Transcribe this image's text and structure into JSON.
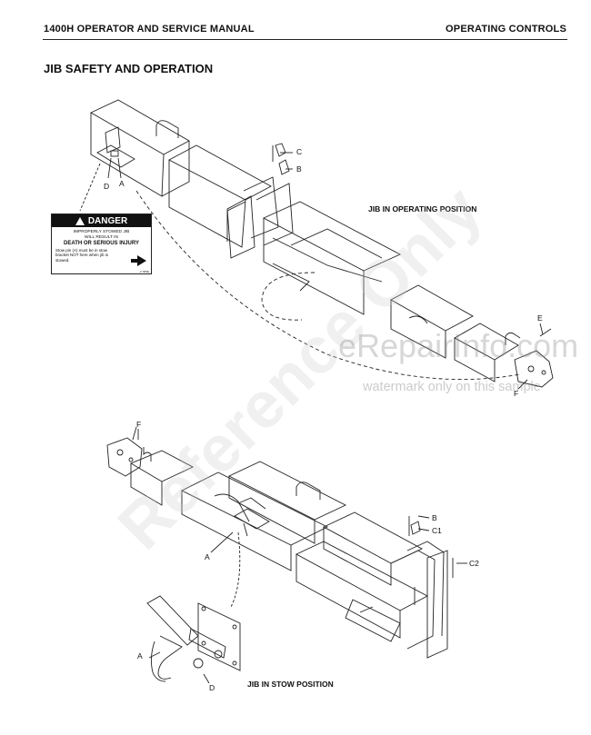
{
  "header": {
    "left": "1400H OPERATOR AND SERVICE MANUAL",
    "right": "OPERATING CONTROLS"
  },
  "section_title": "JIB SAFETY AND OPERATION",
  "captions": {
    "operating": "JIB IN OPERATING POSITION",
    "stow": "JIB IN STOW POSITION"
  },
  "labels": {
    "top": {
      "C": "C",
      "B": "B",
      "D": "D",
      "A": "A",
      "E": "E",
      "F": "F"
    },
    "bottom": {
      "F": "F",
      "B": "B",
      "C1": "C1",
      "C2": "C2",
      "A_mid": "A",
      "A_detail": "A",
      "D": "D"
    }
  },
  "danger_decal": {
    "heading": "DANGER",
    "line1": "IMPROPERLY STOWED JIB",
    "line2": "WILL RESULT IN",
    "line3": "DEATH OR SERIOUS INJURY",
    "body": "Stow pin (A) must be in stow bracket NOT here when jib is stowed.",
    "code": "2.7Ø3E"
  },
  "watermarks": {
    "brand": "eRepairInfo.com",
    "note": "watermark only on this sample",
    "diagonal": "Reference Only"
  },
  "colors": {
    "ink": "#111111",
    "watermark": "#8c8c8c"
  }
}
